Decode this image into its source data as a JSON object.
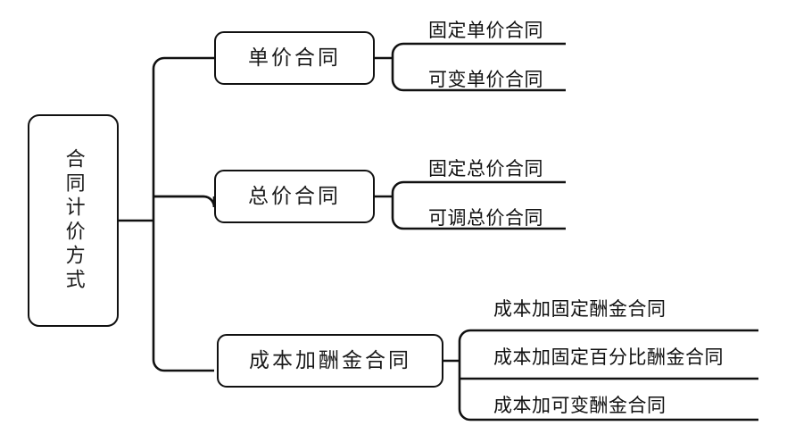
{
  "diagram": {
    "title": "合同计价方式",
    "type": "mind-map-tree",
    "orientation": "left-to-right",
    "colors": {
      "stroke": "#111111",
      "background": "#ffffff",
      "text": "#1a1a1a"
    },
    "root": {
      "label": "合同计价方式"
    },
    "branches": [
      {
        "label": "单价合同",
        "leaves": [
          {
            "label": "固定单价合同"
          },
          {
            "label": "可变单价合同"
          }
        ]
      },
      {
        "label": "总价合同",
        "leaves": [
          {
            "label": "固定总价合同"
          },
          {
            "label": "可调总价合同"
          }
        ]
      },
      {
        "label": "成本加酬金合同",
        "leaves": [
          {
            "label": "成本加固定酬金合同"
          },
          {
            "label": "成本加固定百分比酬金合同"
          },
          {
            "label": "成本加可变酬金合同"
          }
        ]
      }
    ]
  }
}
